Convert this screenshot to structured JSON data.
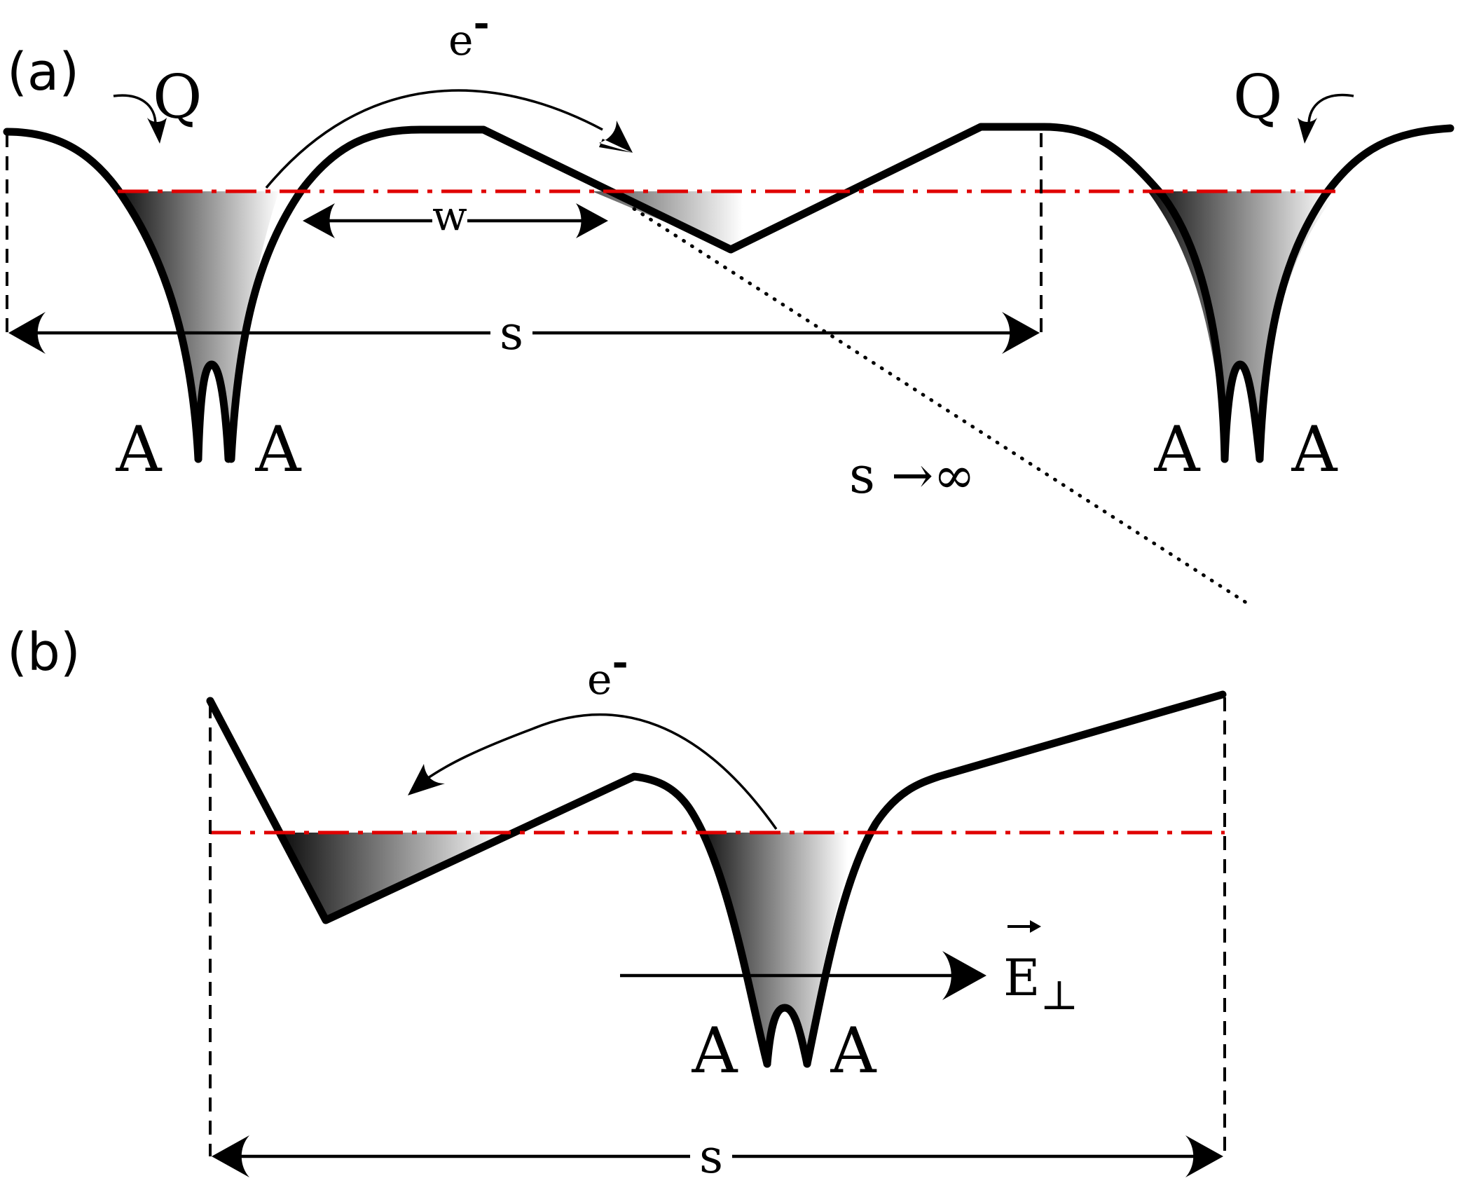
{
  "panel_a": {
    "label": "(a)",
    "electron_label": "e",
    "electron_sup": "-",
    "charge_left": "Q",
    "charge_right": "Q",
    "width_label": "w",
    "spacing_label": "s",
    "limit_label": "s →∞",
    "atom_labels": [
      "A",
      "A",
      "A",
      "A"
    ]
  },
  "panel_b": {
    "label": "(b)",
    "electron_label": "e",
    "electron_sup": "-",
    "field_label": "E",
    "field_sub": "⊥",
    "spacing_label": "s",
    "atom_labels": [
      "A",
      "A"
    ]
  },
  "colors": {
    "potential": "#000000",
    "fermi_level": "#e00000",
    "fill_dark": "#111111",
    "fill_light": "#ffffff"
  }
}
